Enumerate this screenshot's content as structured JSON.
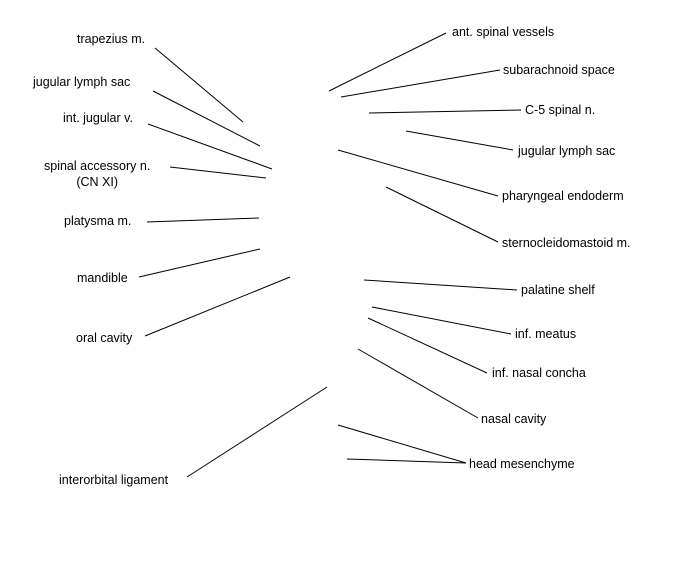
{
  "colors": {
    "background": "#ffffff",
    "text": "#000000",
    "line": "#000000"
  },
  "labels_left": {
    "trapezius": "trapezius m.",
    "jugular_lymph_sac": "jugular lymph sac",
    "int_jugular": "int. jugular v.",
    "spinal_accessory_1": "spinal accessory n.",
    "spinal_accessory_2": "(CN XI)",
    "platysma": "platysma m.",
    "mandible": "mandible",
    "oral_cavity": "oral cavity",
    "interorbital_ligament": "interorbital ligament"
  },
  "labels_right": {
    "ant_spinal_vessels": "ant. spinal vessels",
    "subarachnoid_space": "subarachnoid space",
    "c5_spinal_n": "C-5 spinal n.",
    "jugular_lymph_sac": "jugular lymph sac",
    "pharyngeal_endoderm": "pharyngeal endoderm",
    "sternocleidomastoid": "sternocleidomastoid m.",
    "palatine_shelf": "palatine shelf",
    "inf_meatus": "inf. meatus",
    "inf_nasal_concha": "inf. nasal concha",
    "nasal_cavity": "nasal cavity",
    "head_mesenchyme": "head mesenchyme"
  }
}
